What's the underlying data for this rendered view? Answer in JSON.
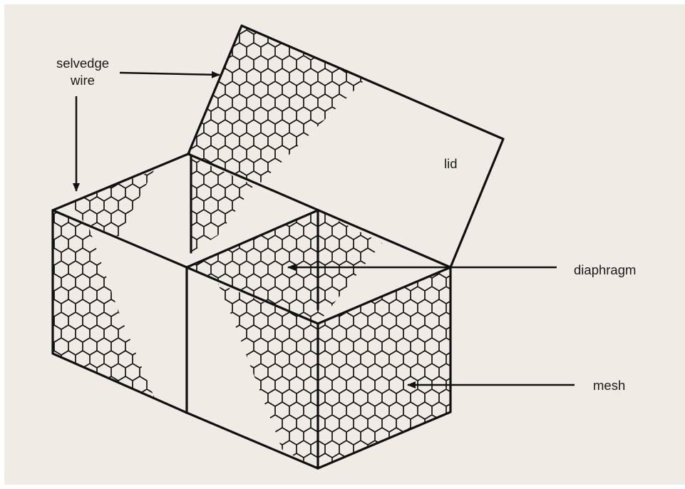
{
  "colors": {
    "background": "#f0ebe5",
    "frame": "#ffffff",
    "line": "#111111",
    "text": "#1a1a1a"
  },
  "labels": {
    "selvedge_line1": "selvedge",
    "selvedge_line2": "wire",
    "lid": "lid",
    "diaphragm": "diaphragm",
    "mesh": "mesh"
  }
}
